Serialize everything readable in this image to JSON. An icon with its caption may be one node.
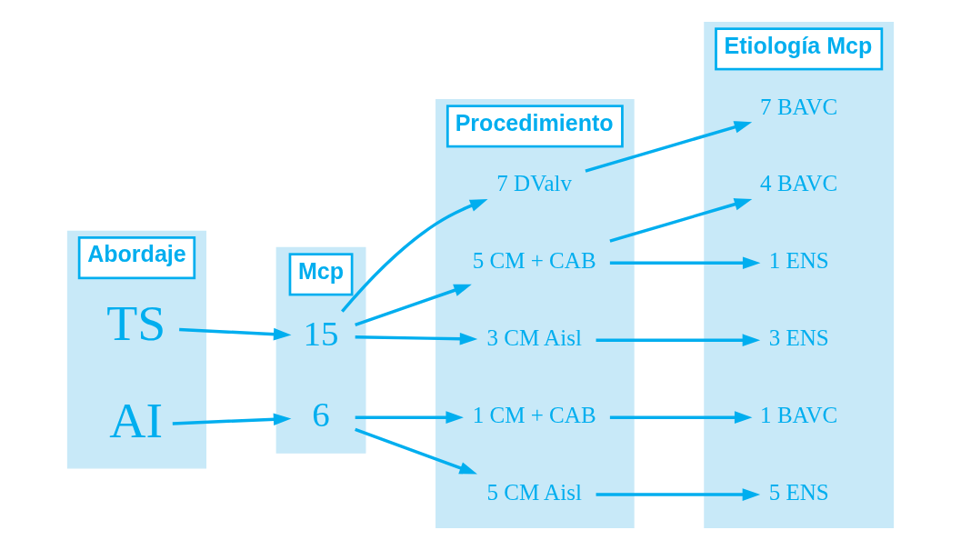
{
  "diagram": {
    "nodes": [
      {
        "text": [
          "Abordaje"
        ]
      },
      {
        "text": [
          "TS"
        ],
        "in": 0
      },
      {
        "text": [
          "AI"
        ],
        "in": 0
      },
      {
        "text": [
          "Mcp"
        ]
      },
      {
        "text": [
          "15"
        ],
        "in": 3
      },
      {
        "text": [
          "6"
        ],
        "in": 3
      },
      {
        "text": [
          "Procedimiento"
        ]
      },
      {
        "text": [
          "7 DValv"
        ],
        "in": 6
      },
      {
        "text": [
          "5 CM + CAB"
        ],
        "in": 6
      },
      {
        "text": [
          "3 CM Aisl"
        ],
        "in": 6
      },
      {
        "text": [
          "1 CM + CAB"
        ],
        "in": 6
      },
      {
        "text": [
          "5 CM Aisl"
        ],
        "in": 6
      },
      {
        "text": [
          "Etiología Mcp"
        ]
      },
      {
        "text": [
          "7 BAVC"
        ],
        "in": 12
      },
      {
        "text": [
          "4 BAVC"
        ],
        "in": 12
      },
      {
        "text": [
          "1 ENS"
        ],
        "in": 12
      },
      {
        "text": [
          "3 ENS"
        ],
        "in": 12
      },
      {
        "text": [
          "1 BAVC"
        ],
        "in": 12
      },
      {
        "text": [
          "5 ENS"
        ],
        "in": 12
      }
    ],
    "edges": [
      {
        "from": 1,
        "to": 4,
        "arrow": "to"
      },
      {
        "from": 4,
        "to": 7,
        "arrow": "to"
      },
      {
        "from": 4,
        "to": 8,
        "arrow": "to"
      },
      {
        "from": 4,
        "to": 9,
        "arrow": "to"
      },
      {
        "from": 7,
        "to": 13,
        "arrow": "to"
      },
      {
        "from": 8,
        "to": 14,
        "arrow": "to"
      },
      {
        "from": 8,
        "to": 15,
        "arrow": "to"
      },
      {
        "from": 9,
        "to": 16,
        "arrow": "to"
      },
      {
        "from": 2,
        "to": 5,
        "arrow": "to"
      },
      {
        "from": 5,
        "to": 10,
        "arrow": "to"
      },
      {
        "from": 5,
        "to": 11,
        "arrow": "to"
      },
      {
        "from": 10,
        "to": 17,
        "arrow": "to"
      },
      {
        "from": 11,
        "to": 18,
        "arrow": "to"
      }
    ]
  }
}
